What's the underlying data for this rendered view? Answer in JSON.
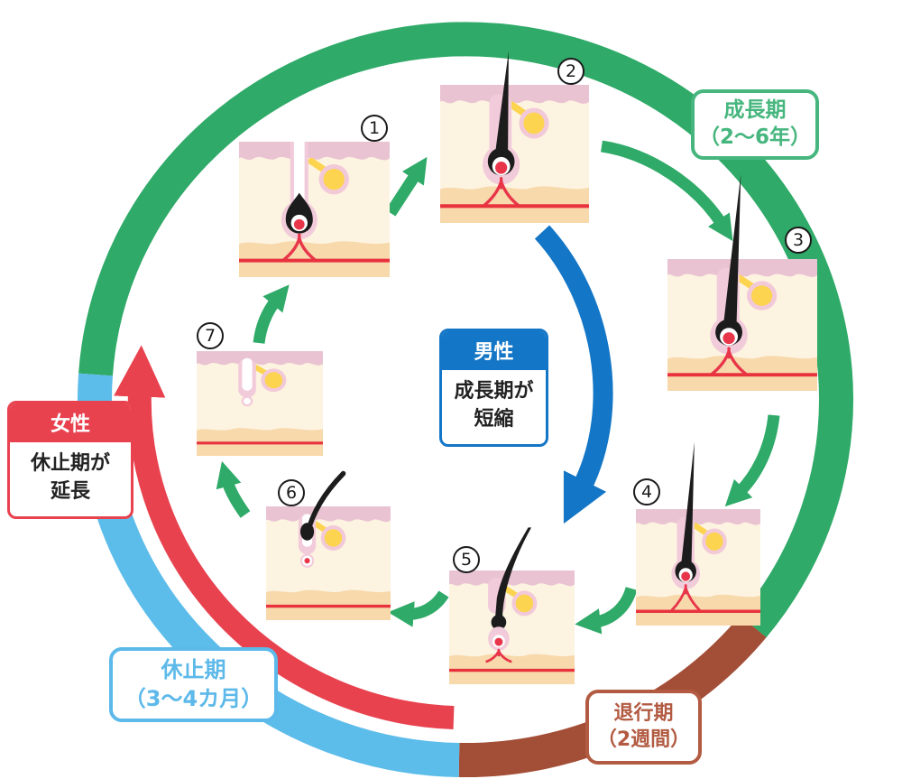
{
  "cycle": {
    "stage_numbers": [
      "1",
      "2",
      "3",
      "4",
      "5",
      "6",
      "7"
    ],
    "phases": {
      "growth": {
        "name": "成長期",
        "duration": "（2〜6年）",
        "color": "#2faa68"
      },
      "regression": {
        "name": "退行期",
        "duration": "（2週間）",
        "color": "#a34e36"
      },
      "rest": {
        "name": "休止期",
        "duration": "（3〜4カ月）",
        "color": "#5cbcea"
      }
    },
    "callouts": {
      "male": {
        "title": "男性",
        "line1": "成長期が",
        "line2": "短縮",
        "color": "#1376c6"
      },
      "female": {
        "title": "女性",
        "line1": "休止期が",
        "line2": "延長",
        "color": "#e8424f"
      }
    },
    "colors": {
      "stage_arrows": "#2faa68",
      "male_shortcut_arrow": "#1376c6",
      "female_extension_arrow": "#e8424f"
    }
  }
}
